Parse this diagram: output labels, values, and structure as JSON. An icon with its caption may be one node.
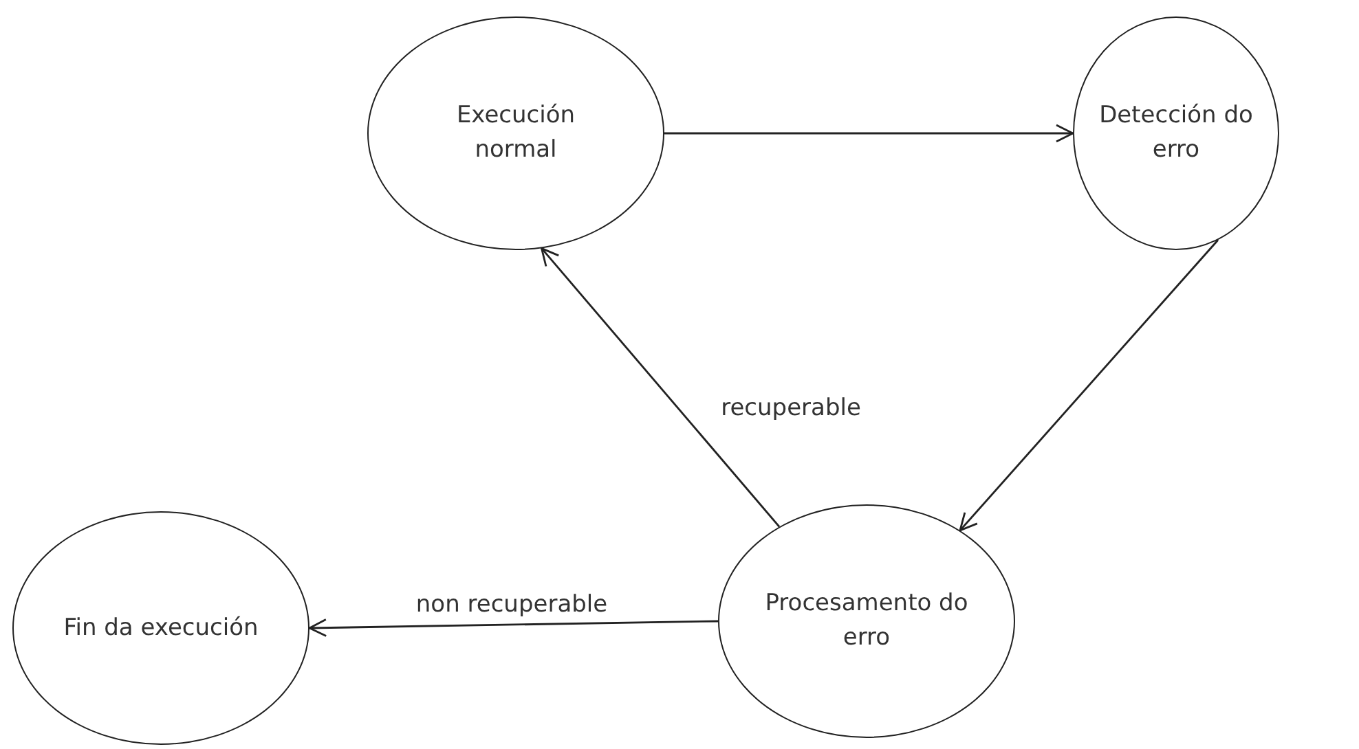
{
  "diagram": {
    "nodes": [
      {
        "text": [
          "Execución normal"
        ]
      },
      {
        "text": [
          "Detección do erro"
        ]
      },
      {
        "text": [
          "Procesamento do erro"
        ]
      },
      {
        "text": [
          "Fin da execución"
        ]
      }
    ],
    "edges": [
      {
        "from": 0,
        "to": 1,
        "arrow": "to"
      },
      {
        "from": 1,
        "to": 2,
        "arrow": "to"
      },
      {
        "from": 2,
        "to": 0,
        "arrow": "to",
        "label": "recuperable"
      },
      {
        "from": 2,
        "to": 3,
        "arrow": "to",
        "label": "non recuperable"
      }
    ]
  }
}
